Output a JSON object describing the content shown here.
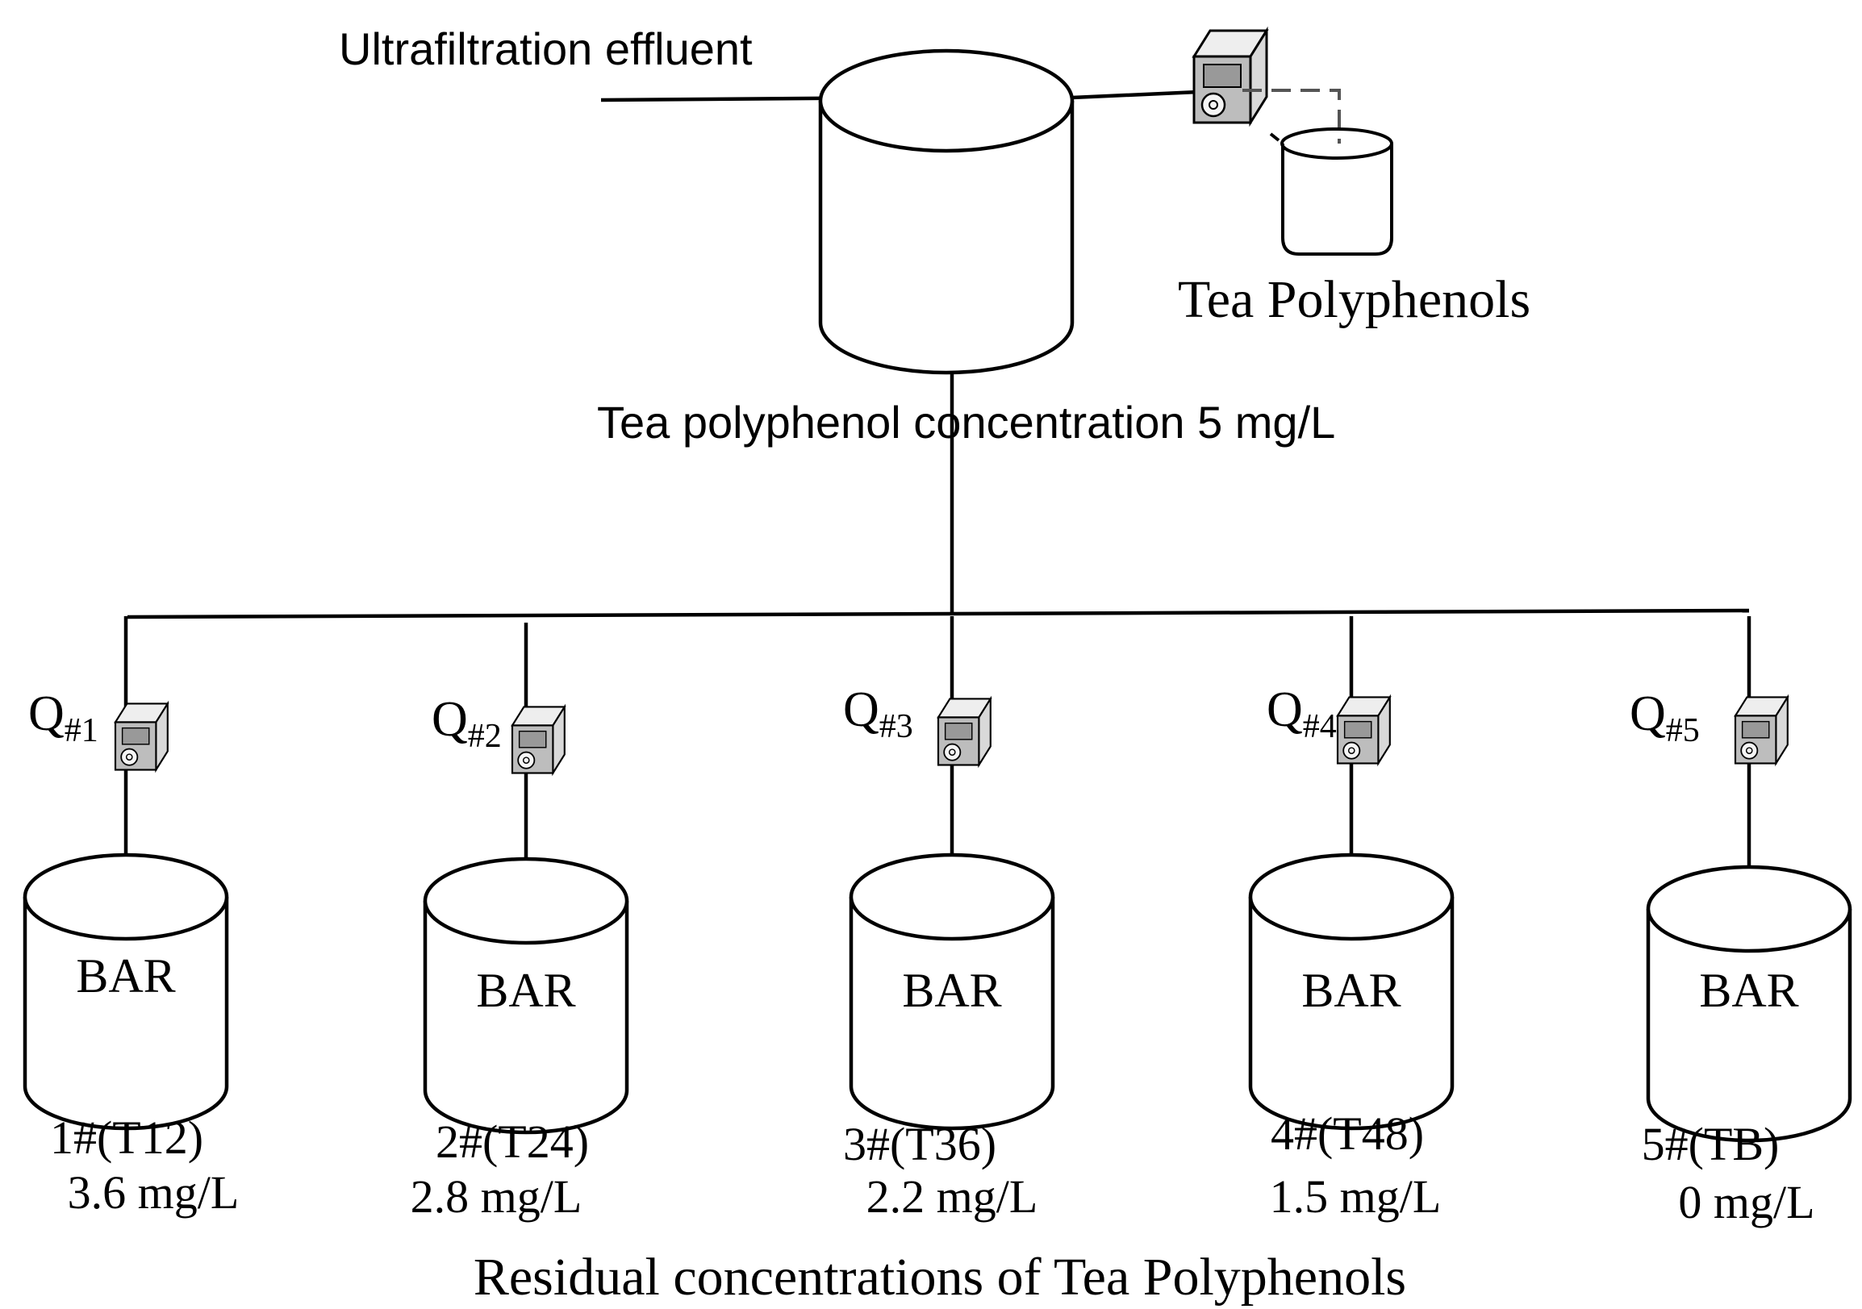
{
  "title": "Residual concentrations of Tea Polyphenols",
  "inlet_label": "Ultrafiltration effluent",
  "dosing_label": "Tea Polyphenols",
  "main_tank_label": "Tea polyphenol concentration 5 mg/L",
  "pumps": [
    {
      "name": "Q",
      "sub": "#1"
    },
    {
      "name": "Q",
      "sub": "#2"
    },
    {
      "name": "Q",
      "sub": "#3"
    },
    {
      "name": "Q",
      "sub": "#4"
    },
    {
      "name": "Q",
      "sub": "#5"
    }
  ],
  "reactors": [
    {
      "label": "BAR",
      "id": "1#(T12)",
      "residual": "3.6 mg/L"
    },
    {
      "label": "BAR",
      "id": "2#(T24)",
      "residual": "2.8 mg/L"
    },
    {
      "label": "BAR",
      "id": "3#(T36)",
      "residual": "2.2 mg/L"
    },
    {
      "label": "BAR",
      "id": "4#(T48)",
      "residual": "1.5 mg/L"
    },
    {
      "label": "BAR",
      "id": "5#(TB)",
      "residual": "0 mg/L"
    }
  ],
  "colors": {
    "line": "#000000",
    "pump_fill": "#d9d9d9",
    "background": "#ffffff"
  }
}
